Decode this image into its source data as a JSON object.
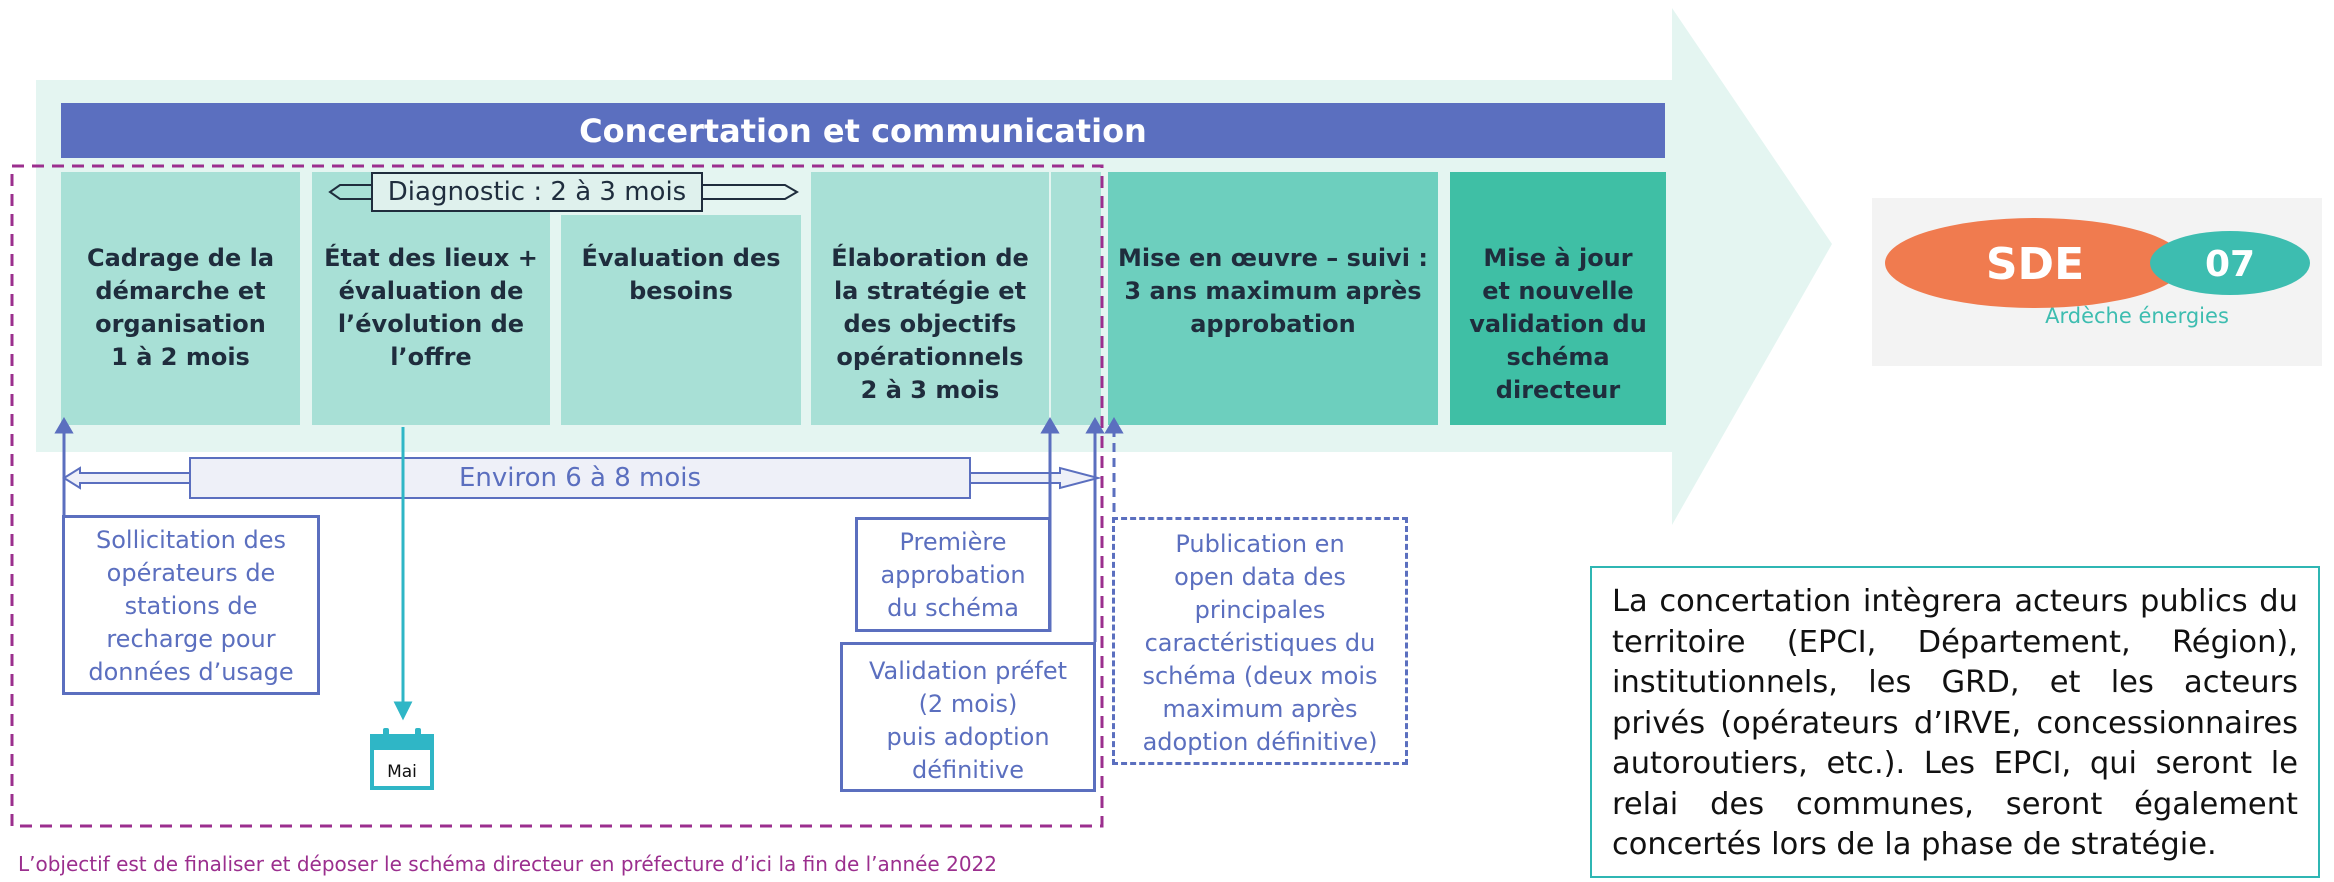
{
  "banner": "Concertation et communication",
  "phases": [
    {
      "label": "Cadrage de la\ndémarche et\norganisation\n1 à 2 mois"
    },
    {
      "label": "État des lieux +\névaluation de\nl’évolution de\nl’offre"
    },
    {
      "label": "Évaluation des\nbesoins"
    },
    {
      "label": "Élaboration de\nla stratégie et\ndes objectifs\nopérationnels\n2 à 3 mois"
    },
    {
      "label": "Mise en œuvre – suivi :\n3 ans maximum après\napprobation"
    },
    {
      "label": "Mise à jour\net nouvelle\nvalidation du\nschéma\ndirecteur"
    }
  ],
  "diagnostic": "Diagnostic : 2 à 3 mois",
  "duration": "Environ 6 à 8 mois",
  "milestones": {
    "sollicitation": "Sollicitation des\nopérateurs de\nstations de\nrecharge pour\ndonnées d’usage",
    "premiere": "Première\napprobation\ndu schéma",
    "validation": "Validation préfet\n(2 mois)\npuis adoption\ndéfinitive",
    "publication": "Publication en\nopen data des\nprincipales\ncaractéristiques du\nschéma (deux mois\nmaximum après\nadoption définitive)"
  },
  "calendar": {
    "label": "Mai",
    "icon": "calendar-icon"
  },
  "footer_note": "L’objectif est de finaliser et déposer le schéma directeur en préfecture d’ici la fin de l’année 2022",
  "logo": {
    "brand": "SDE 07",
    "subtitle": "Ardèche énergies"
  },
  "note": "La concertation intègrera acteurs publics du territoire (EPCI, Département, Région), institutionnels, les GRD, et les acteurs privés (opérateurs d’IRVE, concessionnaires autoroutiers, etc.). Les EPCI, qui seront le relai des communes, seront également concertés lors de la phase de stratégie.",
  "colors": {
    "banner": "#5b6fbf",
    "phase_light": "#a8e0d6",
    "phase_mid": "#6dcfbe",
    "phase_dark": "#3fbfa5",
    "arrow_bg": "#e4f5f1",
    "dashed_frame": "#9b2f8e",
    "calendar": "#2fb6c6",
    "logo_orange": "#f07b4f",
    "logo_teal": "#3dbdb0"
  }
}
